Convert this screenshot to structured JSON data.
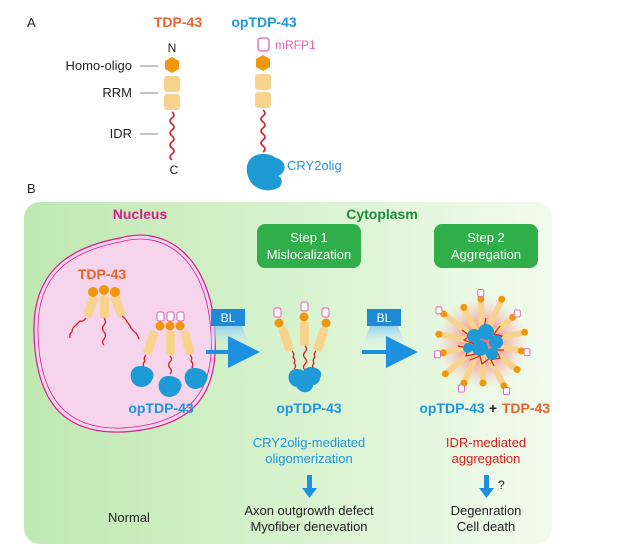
{
  "panel_a": {
    "label": "A",
    "tdp_title": "TDP-43",
    "optdp_title": "opTDP-43",
    "n_term": "N",
    "c_term": "C",
    "domains": {
      "homo": "Homo-oligo",
      "rrm": "RRM",
      "idr": "IDR"
    },
    "mrfp": "mRFP1",
    "cry": "CRY2olig"
  },
  "panel_b": {
    "label": "B",
    "nucleus": "Nucleus",
    "cytoplasm": "Cytoplasm",
    "tdp_label": "TDP-43",
    "optdp_label_nucleus": "opTDP-43",
    "bl1": "BL",
    "bl2": "BL",
    "step1_line1": "Step 1",
    "step1_line2": "Mislocalization",
    "step2_line1": "Step 2",
    "step2_line2": "Aggregation",
    "optdp_label_step1": "opTDP-43",
    "step2_optdp": "opTDP-43",
    "step2_plus": "+",
    "step2_tdp": "TDP-43",
    "cry_mediated_1": "CRY2olig-mediated",
    "cry_mediated_2": "oligomerization",
    "idr_mediated_1": "IDR-mediated",
    "idr_mediated_2": "aggregation",
    "outcome1_1": "Axon outgrowth defect",
    "outcome1_2": "Myofiber denevation",
    "outcome2_1": "Degenration",
    "outcome2_2": "Cell death",
    "question": "?",
    "normal": "Normal"
  },
  "colors": {
    "tdp_orange": "#e8642c",
    "optdp_blue": "#1e96e0",
    "magenta": "#d81b8c",
    "green_text": "#1f8a3c",
    "green_box": "#2fae4a",
    "domain_orange": "#f0960a",
    "domain_cream": "#f7d38e",
    "idr_red": "#d81e1e",
    "cry_blue": "#1e9ad6",
    "mrfp_pink": "#e060b0",
    "cell_bg": "#d8f2d0",
    "nucleus_fill": "#f6d4ec",
    "bl_blue": "#1e8ad6",
    "arrow_blue": "#1e90e0"
  }
}
